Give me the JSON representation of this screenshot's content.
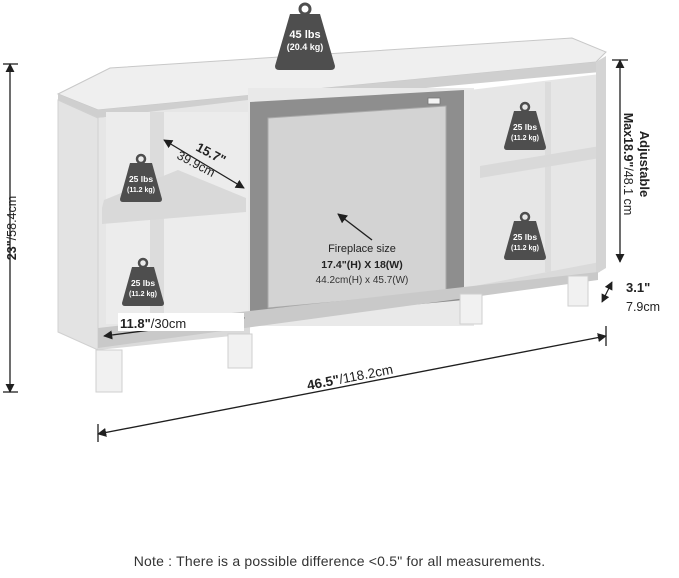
{
  "total_weight": {
    "lbs": "45 lbs",
    "kg": "(20.4 kg)"
  },
  "shelf_weights": {
    "upper_left": {
      "lbs": "25 lbs",
      "kg": "(11.2 kg)"
    },
    "lower_left": {
      "lbs": "25 lbs",
      "kg": "(11.2 kg)"
    },
    "upper_right": {
      "lbs": "25 lbs",
      "kg": "(11.2 kg)"
    },
    "lower_right": {
      "lbs": "25 lbs",
      "kg": "(11.2 kg)"
    }
  },
  "fireplace": {
    "title": "Fireplace size",
    "imperial": "17.4\"(H) X 18(W)",
    "metric": "44.2cm(H) x 45.7(W)"
  },
  "dimensions": {
    "height": {
      "imperial": "23\"",
      "metric": "/58.4cm"
    },
    "width": {
      "imperial": "46.5\"",
      "metric": "/118.2cm"
    },
    "shelf_depth": {
      "imperial": "15.7\"",
      "metric": "39.9cm"
    },
    "shelf_width": {
      "imperial": "11.8\"",
      "metric": "/30cm"
    },
    "adjustable": {
      "label": "Adjustable",
      "imperial": "Max18.9\"",
      "metric": "/48.1 cm"
    },
    "leg_height": {
      "imperial": "3.1\"",
      "metric": "7.9cm"
    }
  },
  "note": "Note : There is a possible difference <0.5\" for all measurements.",
  "colors": {
    "panel": "#e9e9e9",
    "panel_dark": "#d6d6d6",
    "edge": "#b9b9b9",
    "fireplace_frame": "#8e8e8e",
    "fireplace_glass": "#d3d3d3",
    "weight_icon": "#4e4e4e",
    "line": "#1f1f1f"
  },
  "icons": [
    "weight-icon",
    "arrow-icon"
  ]
}
